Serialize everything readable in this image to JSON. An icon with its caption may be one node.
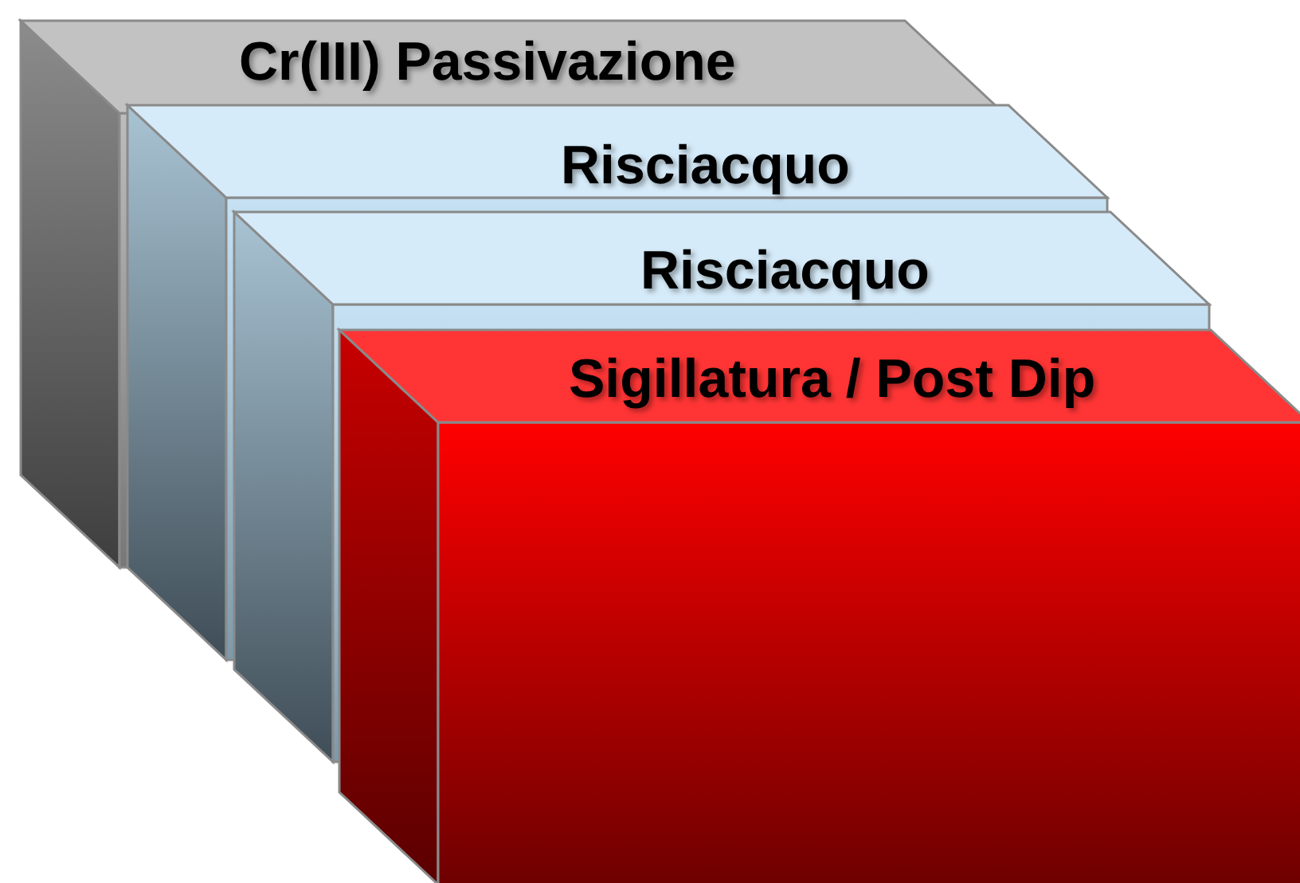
{
  "diagram": {
    "nodes": [
      {
        "text": [
          "Cr(III) Passivazione"
        ]
      },
      {
        "text": [
          "Risciacquo"
        ]
      },
      {
        "text": [
          "Risciacquo"
        ]
      },
      {
        "text": [
          "Sigillatura / Post Dip"
        ]
      }
    ]
  }
}
